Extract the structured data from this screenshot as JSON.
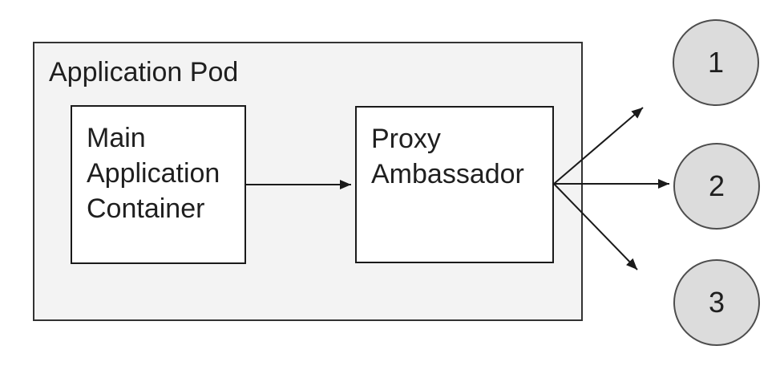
{
  "diagram": {
    "pod": {
      "label": "Application Pod"
    },
    "containers": [
      {
        "id": "main-application-container",
        "label": "Main Application Container"
      },
      {
        "id": "proxy-ambassador",
        "label": "Proxy Ambassador"
      }
    ],
    "nodes": [
      {
        "id": "node-1",
        "label": "1"
      },
      {
        "id": "node-2",
        "label": "2"
      },
      {
        "id": "node-3",
        "label": "3"
      }
    ],
    "connections": [
      {
        "from": "main-application-container",
        "to": "proxy-ambassador"
      },
      {
        "from": "proxy-ambassador",
        "to": "node-1"
      },
      {
        "from": "proxy-ambassador",
        "to": "node-2"
      },
      {
        "from": "proxy-ambassador",
        "to": "node-3"
      }
    ],
    "colors": {
      "background": "#ffffff",
      "pod_fill": "#f3f3f3",
      "pod_border": "#333333",
      "container_fill": "#ffffff",
      "container_border": "#1a1a1a",
      "node_fill": "#dcdcdc",
      "node_border": "#4d4d4d",
      "arrow": "#1a1a1a",
      "text": "#1f1f1f"
    }
  }
}
